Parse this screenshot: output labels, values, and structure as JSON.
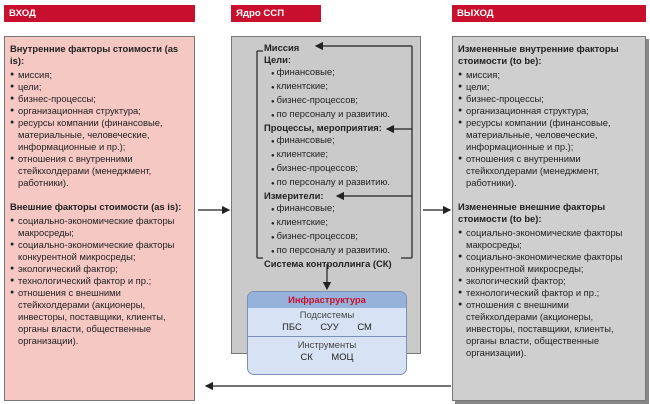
{
  "headers": {
    "input": "ВХОД",
    "core": "Ядро ССП",
    "output": "ВЫХОД"
  },
  "input": {
    "internal_title": "Внутренние факторы стоимости (as is):",
    "internal_items": [
      "миссия;",
      "цели;",
      "бизнес-процессы;",
      "организационная структура;",
      "ресурсы компании (финансовые, материальные, человеческие, информационные и пр.);",
      "отношения с внутренними стейкхолдерами (менеджмент, работники)."
    ],
    "external_title": "Внешние факторы стоимости (as is):",
    "external_items": [
      "социально-экономические факторы макросреды;",
      "социально-экономические факторы конкурентной микросреды;",
      "экологический фактор;",
      "технологический фактор и пр.;",
      "отношения с внешними стейкхолдерами (акционеры, инвесторы, поставщики, клиенты, органы власти, общественные организации)."
    ]
  },
  "core": {
    "mission": "Миссия",
    "goals": "Цели:",
    "goals_items": [
      "финансовые;",
      "клиентские;",
      "бизнес-процессов;",
      "по персоналу и развитию."
    ],
    "processes": "Процессы, мероприятия:",
    "processes_items": [
      "финансовые;",
      "клиентские;",
      "бизнес-процессов;",
      "по персоналу и развитию."
    ],
    "metrics": "Измерители:",
    "metrics_items": [
      "финансовые;",
      "клиентские;",
      "бизнес-процессов;",
      "по персоналу и развитию."
    ],
    "control": "Система контроллинга (СК)"
  },
  "infra": {
    "title": "Инфраструктура",
    "subsystems_label": "Подсистемы",
    "subsystems": [
      "ПБС",
      "СУУ",
      "СМ"
    ],
    "tools_label": "Инструменты",
    "tools": [
      "СК",
      "МОЦ"
    ]
  },
  "output": {
    "internal_title": "Измененные внутренние факторы стоимости (to be):",
    "internal_items": [
      "миссия;",
      "цели;",
      "бизнес-процессы;",
      "организационная структура;",
      "ресурсы компании (финансовые, материальные, человеческие, информационные и пр.);",
      "отношения с внутренними стейкхолдерами (менеджмент, работники)."
    ],
    "external_title": "Измененные внешние факторы стоимости (to be):",
    "external_items": [
      "социально-экономические факторы макросреды;",
      "социально-экономические факторы конкурентной микросреды;",
      "экологический фактор;",
      "технологический фактор и пр.;",
      "отношения с внешними стейкхолдерами (акционеры, инвесторы, поставщики, клиенты, органы власти, общественные организации)."
    ]
  }
}
